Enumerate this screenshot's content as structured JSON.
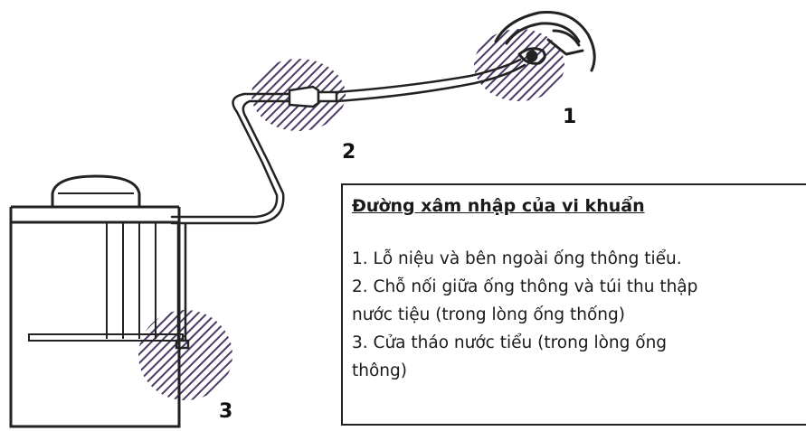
{
  "labels": {
    "one": "1",
    "two": "2",
    "three": "3"
  },
  "legend": {
    "title": "Đường xâm nhập của vi khuẩn",
    "lines": [
      "1. Lỗ niệu và bên ngoài ống thông tiểu.",
      "2. Chỗ nối giữa ống thông và túi thu thập",
      "nước tiệu (trong lòng ống thống)",
      "3. Cửa tháo nước tiểu (trong lòng ống",
      "thông)"
    ]
  },
  "colors": {
    "hatch": "#4b3a66",
    "line": "#222222"
  },
  "icons": [
    "catheter-tip-icon",
    "collection-bag-icon",
    "tube-connector-icon"
  ]
}
